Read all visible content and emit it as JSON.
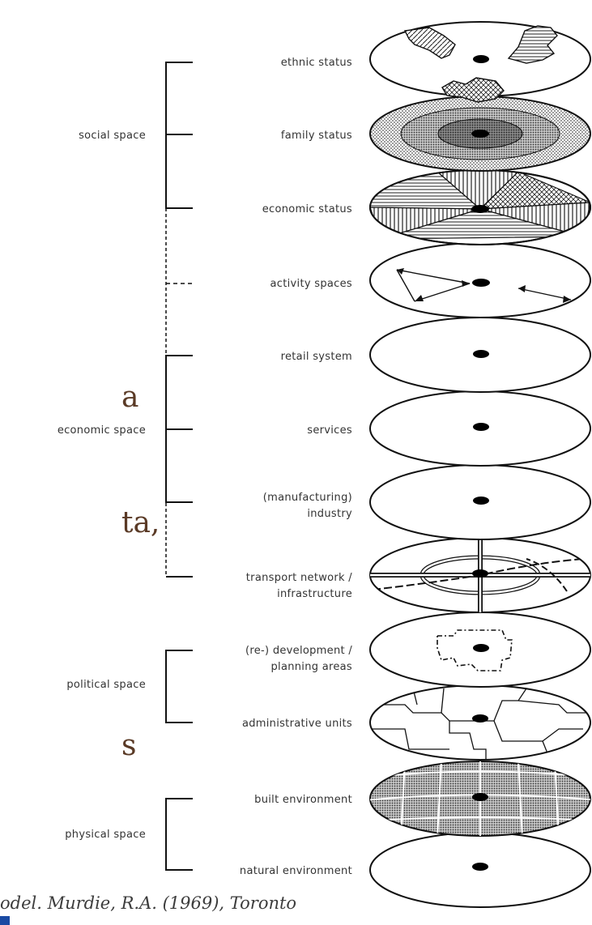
{
  "groups": {
    "social": "social space",
    "economic": "economic space",
    "political": "political space",
    "physical": "physical space"
  },
  "layers": [
    {
      "lines": [
        "ethnic status"
      ]
    },
    {
      "lines": [
        "family status"
      ]
    },
    {
      "lines": [
        "economic status"
      ]
    },
    {
      "lines": [
        "activity spaces"
      ]
    },
    {
      "lines": [
        "retail system"
      ]
    },
    {
      "lines": [
        "services"
      ]
    },
    {
      "lines": [
        "(manufacturing)",
        "industry"
      ]
    },
    {
      "lines": [
        "transport network /",
        "infrastructure"
      ]
    },
    {
      "lines": [
        "(re-) development /",
        "planning areas"
      ]
    },
    {
      "lines": [
        "administrative units"
      ]
    },
    {
      "lines": [
        "built environment"
      ]
    },
    {
      "lines": [
        "natural environment"
      ]
    }
  ],
  "background_fragments": [
    "a",
    "ta,",
    "s"
  ],
  "caption": "odel. Murdie, R.A. (1969), Toronto"
}
